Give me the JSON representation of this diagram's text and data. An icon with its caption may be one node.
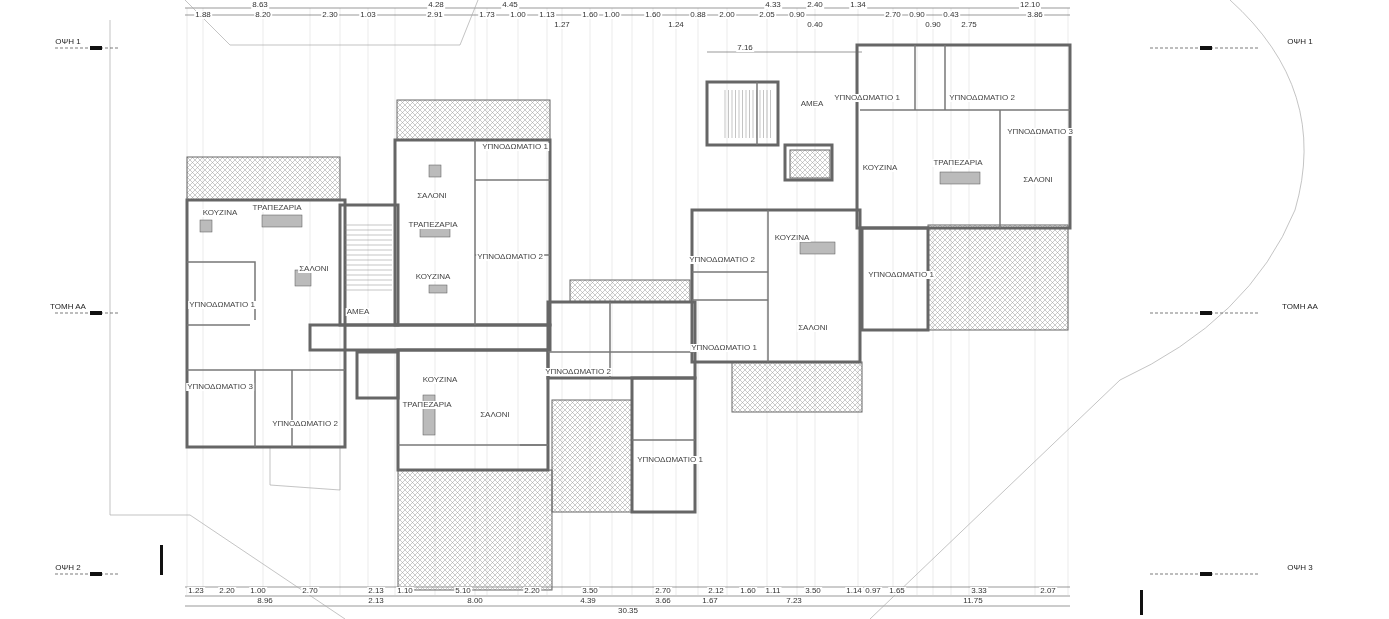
{
  "diagram": {
    "labels": [
      "8.63",
      "4.28",
      "4.45",
      "4.33",
      "2.40",
      "1.34",
      "12.10",
      "1.88",
      "8.20",
      "2.30",
      "1.03",
      "2.91",
      "1.73",
      "1.00",
      "1.13",
      "1.27",
      "1.60",
      "1.00",
      "1.60",
      "1.24",
      "0.88",
      "2.00",
      "2.05",
      "0.90",
      "0.40",
      "2.70",
      "0.90",
      "0.90",
      "0.43",
      "2.75",
      "3.86",
      "ΟΨΗ 1",
      "ΟΨΗ 1",
      "7.16",
      "ΥΠΝΟΔΩΜΑΤΙΟ 1",
      "ΥΠΝΟΔΩΜΑΤΙΟ 2",
      "ΑΜΕΑ",
      "ΥΠΝΟΔΩΜΑΤΙΟ 3",
      "ΥΠΝΟΔΩΜΑΤΙΟ 1",
      "ΤΡΑΠΕΖΑΡΙΑ",
      "ΚΟΥΖΙΝΑ",
      "ΣΑΛΟΝΙ",
      "ΣΑΛΟΝΙ",
      "ΤΡΑΠΕΖΑΡΙΑ",
      "ΚΟΥΖΙΝΑ",
      "ΤΡΑΠΕΖΑΡΙΑ",
      "ΚΟΥΖΙΝΑ",
      "ΥΠΝΟΔΩΜΑΤΙΟ 2",
      "ΥΠΝΟΔΩΜΑΤΙΟ 2",
      "ΣΑΛΟΝΙ",
      "ΥΠΝΟΔΩΜΑΤΙΟ 1",
      "ΚΟΥΖΙΝΑ",
      "ΥΠΝΟΔΩΜΑΤΙΟ 1",
      "ΑΜΕΑ",
      "ΤΟΜΗ ΑΑ",
      "ΤΟΜΗ ΑΑ",
      "ΣΑΛΟΝΙ",
      "ΥΠΝΟΔΩΜΑΤΙΟ 1",
      "ΥΠΝΟΔΩΜΑΤΙΟ 2",
      "ΚΟΥΖΙΝΑ",
      "ΥΠΝΟΔΩΜΑΤΙΟ 3",
      "ΤΡΑΠΕΖΑΡΙΑ",
      "ΣΑΛΟΝΙ",
      "ΥΠΝΟΔΩΜΑΤΙΟ 2",
      "ΥΠΝΟΔΩΜΑΤΙΟ 1",
      "ΟΨΗ 2",
      "ΟΨΗ 3",
      "1.23",
      "2.20",
      "1.00",
      "2.70",
      "2.13",
      "1.10",
      "5.10",
      "2.20",
      "3.50",
      "2.70",
      "2.12",
      "1.60",
      "1.11",
      "3.50",
      "1.14",
      "0.97",
      "1.65",
      "3.33",
      "2.07",
      "8.96",
      "2.13",
      "8.00",
      "4.39",
      "3.66",
      "1.67",
      "7.23",
      "11.75",
      "30.35"
    ]
  }
}
